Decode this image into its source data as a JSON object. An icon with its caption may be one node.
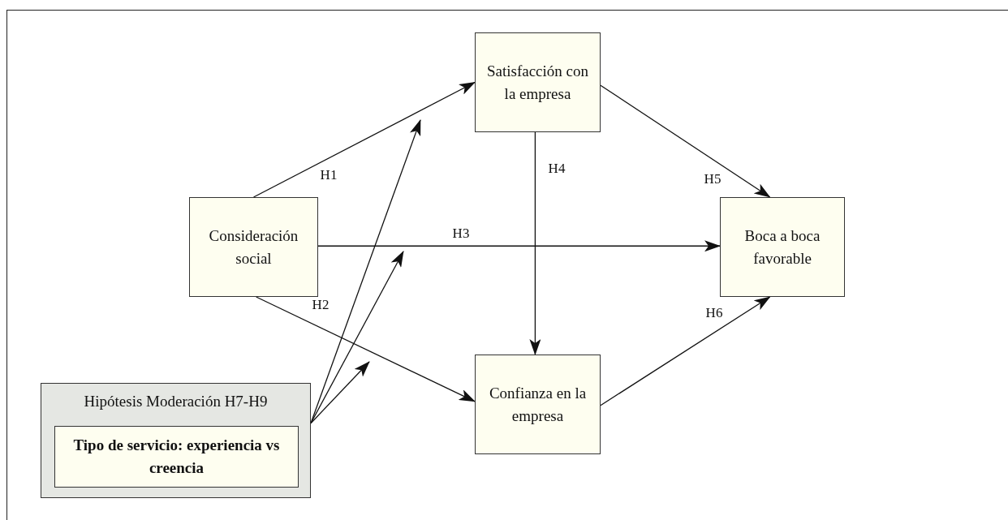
{
  "diagram": {
    "nodes": [
      {
        "text": [
          "Satisfacción con la empresa"
        ]
      },
      {
        "text": [
          "Consideración social"
        ]
      },
      {
        "text": [
          "Boca a boca favorable"
        ]
      },
      {
        "text": [
          "Confianza en la empresa"
        ]
      },
      {
        "text": [
          "Hipótesis Moderación H7-H9"
        ]
      },
      {
        "text": [
          "Tipo de servicio: experiencia vs creencia"
        ],
        "in": 4
      }
    ],
    "edges": [
      {
        "from": 1,
        "to": 0,
        "arrow": "to",
        "label": "H1"
      },
      {
        "from": 1,
        "to": 3,
        "arrow": "to",
        "label": "H2"
      },
      {
        "from": 1,
        "to": 2,
        "arrow": "to",
        "label": "H3"
      },
      {
        "from": 0,
        "to": 3,
        "arrow": "to",
        "label": "H4"
      },
      {
        "from": 0,
        "to": 2,
        "arrow": "to",
        "label": "H5"
      },
      {
        "from": 3,
        "to": 2,
        "arrow": "to",
        "label": "H6"
      },
      {
        "from": 4,
        "to": null,
        "arrow": "to"
      },
      {
        "from": 4,
        "to": null,
        "arrow": "to"
      },
      {
        "from": 4,
        "to": null,
        "arrow": "to"
      }
    ]
  }
}
